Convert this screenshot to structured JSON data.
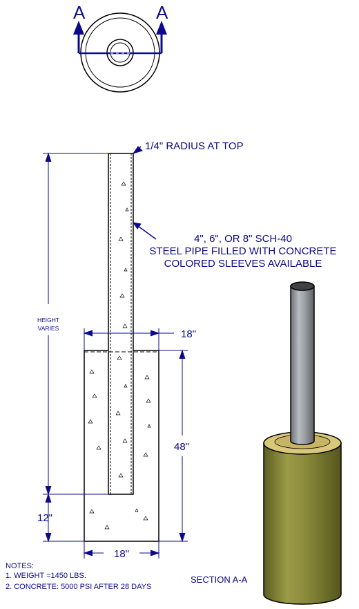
{
  "plan_view": {
    "section_marker_left": "A",
    "section_marker_right": "A"
  },
  "callouts": {
    "top_radius": "1/4\" RADIUS AT TOP",
    "pipe_spec_line1": "4\", 6\", OR 8\" SCH-40",
    "pipe_spec_line2": "STEEL PIPE FILLED WITH CONCRETE",
    "pipe_spec_line3": "COLORED SLEEVES AVAILABLE"
  },
  "dimensions": {
    "height_line1": "HEIGHT",
    "height_line2": "VARIES",
    "footing_top_width": "18\"",
    "embed_depth": "48\"",
    "below_pipe": "12\"",
    "footing_bottom_width": "18\""
  },
  "notes": {
    "title": "NOTES:",
    "items": [
      "1. WEIGHT =1450 LBS.",
      "2. CONCRETE:  5000 PSI AFTER 28 DAYS"
    ]
  },
  "section_label": "SECTION A-A",
  "colors": {
    "line": "#0a0a8a",
    "outline": "#000000",
    "pipe_gray": "#9a9ea2",
    "sleeve_olive": "#8a8a3c",
    "sleeve_top": "#d9c77a"
  }
}
